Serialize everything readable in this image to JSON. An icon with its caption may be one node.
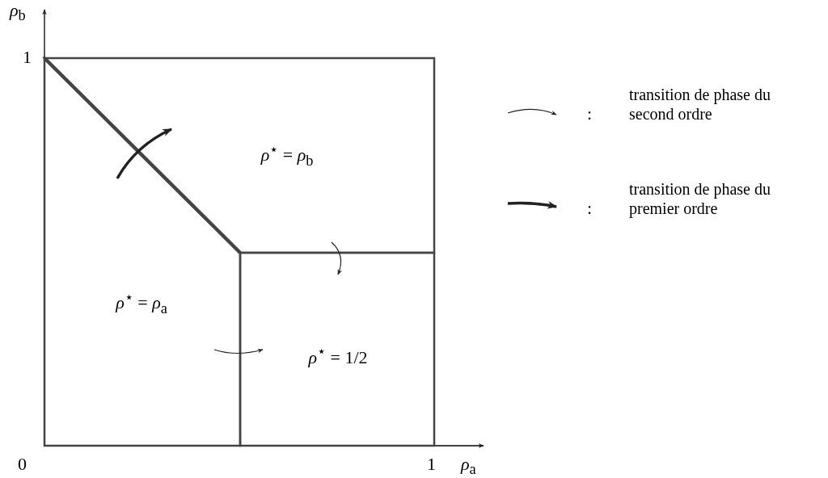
{
  "diagram": {
    "nodes": [
      {
        "text": [
          "*ρ*$^{⋆}$ = *ρ*$_{b}$"
        ]
      },
      {
        "text": [
          "*ρ*$^{⋆}$ = *ρ*$_{a}$"
        ]
      },
      {
        "text": [
          "*ρ*$^{⋆}$ = 1/2"
        ]
      }
    ],
    "edges": [
      {
        "from": 1,
        "to": 0,
        "arrow": "to",
        "style": "thick"
      },
      {
        "from": 0,
        "to": 2,
        "arrow": "to"
      },
      {
        "from": 1,
        "to": 2,
        "arrow": "to"
      }
    ],
    "labels": [
      "*ρ*$_{b}$",
      "1",
      ":",
      ":",
      "0",
      "1",
      "*ρ*$_{a}$"
    ],
    "legend": [
      {
        "text": "transition de phase du second ordre"
      },
      {
        "text": "transition de phase du premier ordre"
      }
    ]
  }
}
